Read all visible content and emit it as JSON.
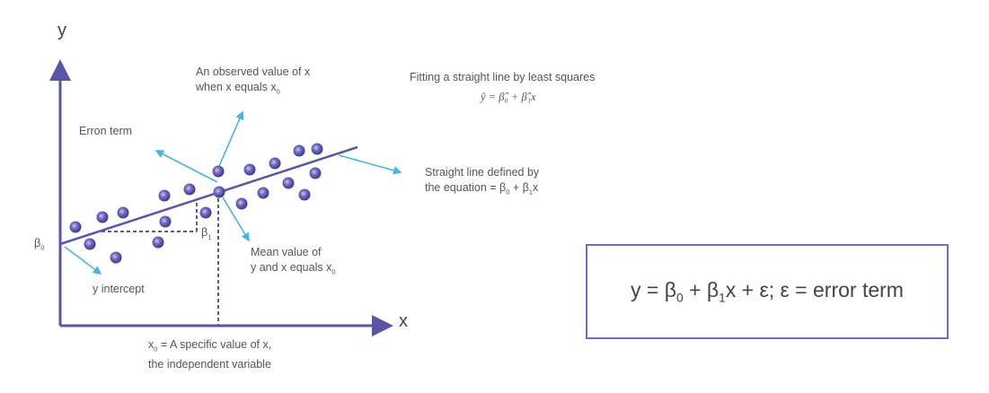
{
  "axes": {
    "y_label": "y",
    "x_label": "x"
  },
  "labels": {
    "observed_line1": "An observed value of x",
    "observed_line2": "when x equals x",
    "observed_sub": "0",
    "error_term": "Erron term",
    "beta0": "β",
    "beta0_sub": "0",
    "beta1": "β",
    "beta1_sub": "1",
    "mean_line1": "Mean value of",
    "mean_line2": "y and x equals x",
    "mean_sub": "0",
    "y_intercept": "y intercept",
    "x0_line1_a": "x",
    "x0_line1_sub": "0",
    "x0_line1_b": " = A specific value of x,",
    "x0_line2": "the independent variable",
    "fit_title": "Fitting a straight line by least squares",
    "fit_eq": "ŷ = β̂₀ + β̂₁x",
    "line_def1": "Straight line defined by",
    "line_def_a": "the equation = β",
    "line_def_sub0": "0",
    "line_def_b": " + β",
    "line_def_sub1": "1",
    "line_def_c": "x"
  },
  "equation": {
    "a": "y = β",
    "sub0": "0",
    "b": " + β",
    "sub1": "1",
    "c": "x + ε;  ε = error term"
  },
  "colors": {
    "axis": "#5a56a6",
    "arrow": "#4ab3e0",
    "point": "#4a47a0"
  }
}
